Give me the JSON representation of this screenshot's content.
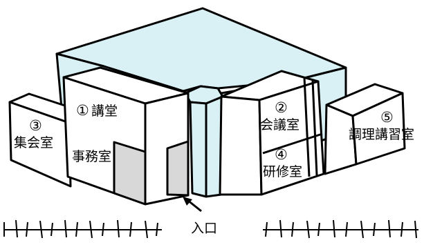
{
  "colors": {
    "courtyard": "#d9f1f4",
    "stroke": "#000000",
    "wall": "#ffffff",
    "opening": "#d8d8d8"
  },
  "rooms": {
    "room1": {
      "number": "①",
      "name": "講堂"
    },
    "room2": {
      "number": "②",
      "name": "会議室"
    },
    "room3": {
      "number": "③",
      "name": "集会室"
    },
    "room4": {
      "number": "④",
      "name": "研修室"
    },
    "room5": {
      "number": "⑤",
      "name": "調理講習室"
    },
    "office": {
      "name": "事務室"
    }
  },
  "entrance": {
    "label": "入口",
    "icon": "arrow-icon"
  }
}
